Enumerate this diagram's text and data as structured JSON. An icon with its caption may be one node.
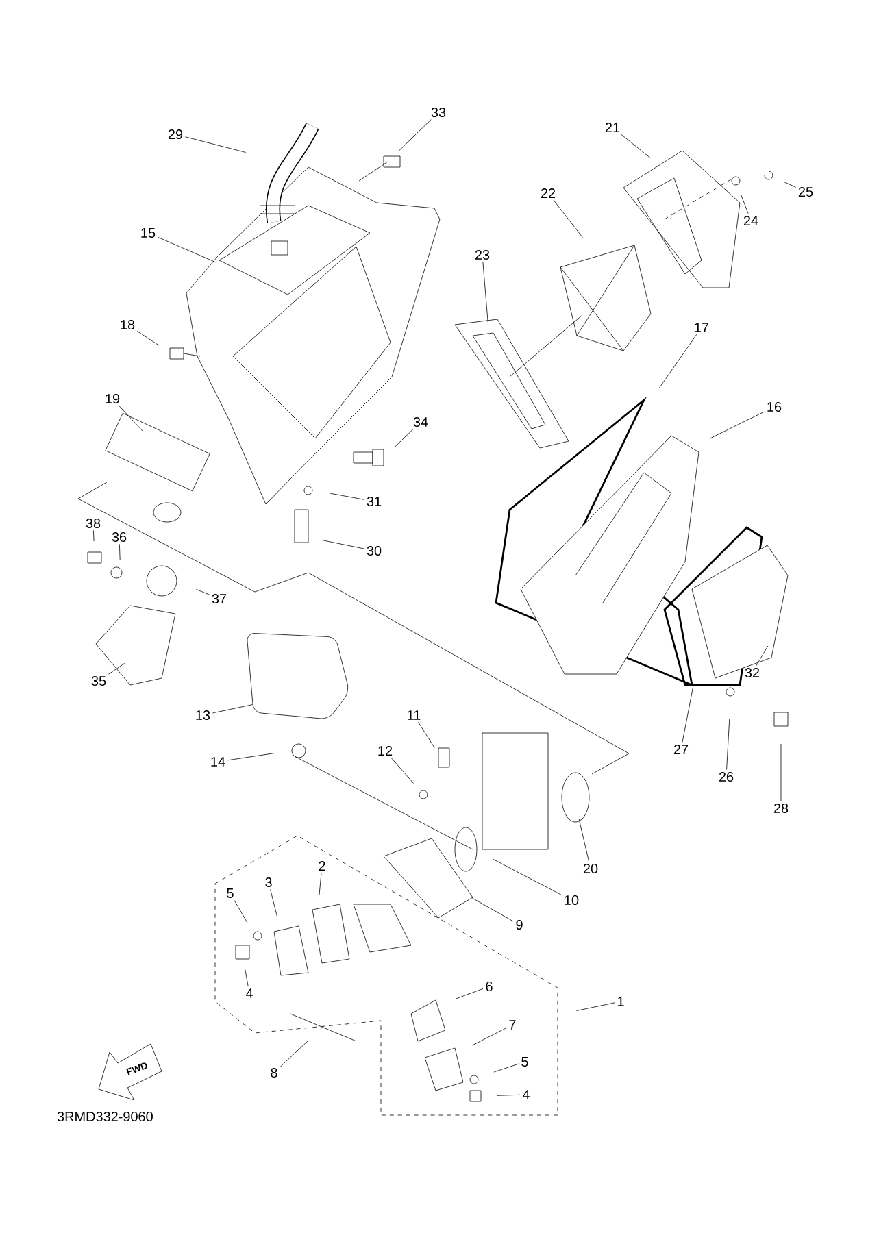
{
  "diagram": {
    "nodes": [
      {
        "text": [
          "29"
        ]
      },
      {
        "text": [
          "33"
        ]
      },
      {
        "text": [
          "21"
        ]
      },
      {
        "text": [
          "25"
        ]
      },
      {
        "text": [
          "24"
        ]
      },
      {
        "text": [
          "22"
        ]
      },
      {
        "text": [
          "15"
        ]
      },
      {
        "text": [
          "23"
        ]
      },
      {
        "text": [
          "18"
        ]
      },
      {
        "text": [
          "17"
        ]
      },
      {
        "text": [
          "16"
        ]
      },
      {
        "text": [
          "19"
        ]
      },
      {
        "text": [
          "34"
        ]
      },
      {
        "text": [
          "31"
        ]
      },
      {
        "text": [
          "30"
        ]
      },
      {
        "text": [
          "38"
        ]
      },
      {
        "text": [
          "36"
        ]
      },
      {
        "text": [
          "37"
        ]
      },
      {
        "text": [
          "35"
        ]
      },
      {
        "text": [
          "13"
        ]
      },
      {
        "text": [
          "14"
        ]
      },
      {
        "text": [
          "11"
        ]
      },
      {
        "text": [
          "12"
        ]
      },
      {
        "text": [
          "32"
        ]
      },
      {
        "text": [
          "27"
        ]
      },
      {
        "text": [
          "26"
        ]
      },
      {
        "text": [
          "28"
        ]
      },
      {
        "text": [
          "20"
        ]
      },
      {
        "text": [
          "10"
        ]
      },
      {
        "text": [
          "9"
        ]
      },
      {
        "text": [
          "2"
        ]
      },
      {
        "text": [
          "3"
        ]
      },
      {
        "text": [
          "5"
        ]
      },
      {
        "text": [
          "4"
        ]
      },
      {
        "text": [
          "1"
        ]
      },
      {
        "text": [
          "6"
        ]
      },
      {
        "text": [
          "7"
        ]
      },
      {
        "text": [
          "5"
        ]
      },
      {
        "text": [
          "4"
        ]
      },
      {
        "text": [
          "8"
        ]
      }
    ],
    "edges": [
      {
        "from": 0,
        "to": null,
        "arrow": "none"
      },
      {
        "from": 1,
        "to": null,
        "arrow": "none"
      },
      {
        "from": 2,
        "to": null,
        "arrow": "none"
      },
      {
        "from": 3,
        "to": null,
        "arrow": "none"
      },
      {
        "from": 4,
        "to": null,
        "arrow": "none"
      },
      {
        "from": 5,
        "to": null,
        "arrow": "none"
      },
      {
        "from": 6,
        "to": null,
        "arrow": "none"
      },
      {
        "from": 7,
        "to": null,
        "arrow": "none"
      },
      {
        "from": 8,
        "to": null,
        "arrow": "none"
      },
      {
        "from": 9,
        "to": null,
        "arrow": "none"
      },
      {
        "from": 10,
        "to": null,
        "arrow": "none"
      },
      {
        "from": 11,
        "to": null,
        "arrow": "none"
      },
      {
        "from": 12,
        "to": null,
        "arrow": "none"
      },
      {
        "from": 13,
        "to": null,
        "arrow": "none"
      },
      {
        "from": 14,
        "to": null,
        "arrow": "none"
      },
      {
        "from": 15,
        "to": null,
        "arrow": "none"
      },
      {
        "from": 16,
        "to": null,
        "arrow": "none"
      },
      {
        "from": 17,
        "to": null,
        "arrow": "none"
      },
      {
        "from": 18,
        "to": null,
        "arrow": "none"
      },
      {
        "from": 19,
        "to": null,
        "arrow": "none"
      },
      {
        "from": 20,
        "to": null,
        "arrow": "none"
      },
      {
        "from": 21,
        "to": null,
        "arrow": "none"
      },
      {
        "from": 22,
        "to": null,
        "arrow": "none"
      },
      {
        "from": 23,
        "to": null,
        "arrow": "none"
      },
      {
        "from": 24,
        "to": null,
        "arrow": "none"
      },
      {
        "from": 25,
        "to": null,
        "arrow": "none"
      },
      {
        "from": 26,
        "to": null,
        "arrow": "none"
      },
      {
        "from": 27,
        "to": null,
        "arrow": "none"
      },
      {
        "from": 28,
        "to": null,
        "arrow": "none"
      },
      {
        "from": 29,
        "to": null,
        "arrow": "none"
      },
      {
        "from": 30,
        "to": null,
        "arrow": "none"
      },
      {
        "from": 31,
        "to": null,
        "arrow": "none"
      },
      {
        "from": 32,
        "to": null,
        "arrow": "none"
      },
      {
        "from": 33,
        "to": null,
        "arrow": "none"
      },
      {
        "from": 34,
        "to": null,
        "arrow": "none"
      },
      {
        "from": 35,
        "to": null,
        "arrow": "none"
      },
      {
        "from": 36,
        "to": null,
        "arrow": "none"
      },
      {
        "from": 37,
        "to": null,
        "arrow": "none"
      },
      {
        "from": 38,
        "to": null,
        "arrow": "none"
      },
      {
        "from": 39,
        "to": null,
        "arrow": "none"
      }
    ],
    "labels": [
      "FWD",
      "3RMD332-9060"
    ]
  }
}
